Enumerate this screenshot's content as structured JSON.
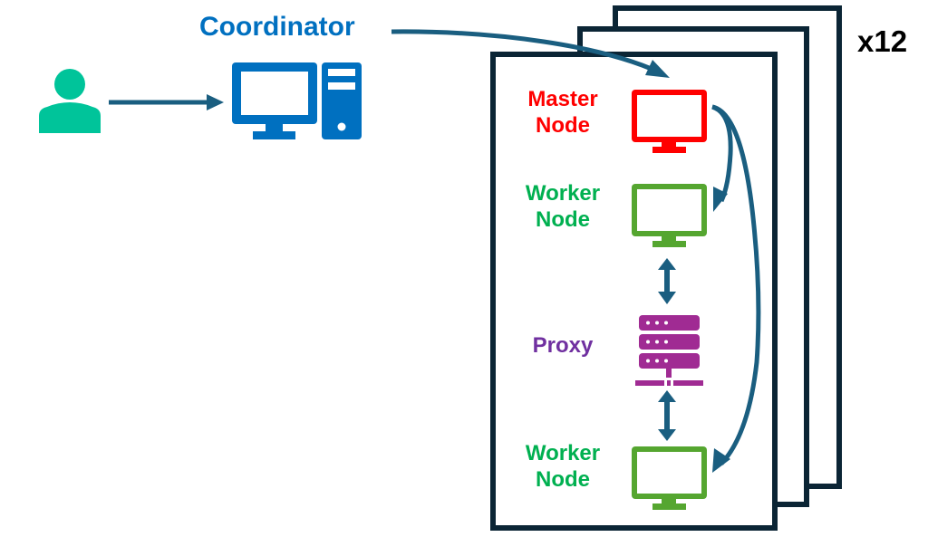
{
  "diagram": {
    "coordinator": {
      "label": "Coordinator",
      "color": "#0070c0"
    },
    "multiplier": {
      "label": "x12"
    },
    "user": {
      "icon": "user-icon",
      "color": "#00c49a"
    },
    "cluster": {
      "frame_color": "#0b2535",
      "master": {
        "label_line1": "Master",
        "label_line2": "Node",
        "color": "#ff0000",
        "icon": "monitor-icon"
      },
      "worker_top": {
        "label_line1": "Worker",
        "label_line2": "Node",
        "color": "#00b050",
        "icon_color": "#55a630",
        "icon": "monitor-icon"
      },
      "proxy": {
        "label": "Proxy",
        "color": "#7030a0",
        "icon_color": "#a02b93",
        "icon": "server-rack-icon"
      },
      "worker_bottom": {
        "label_line1": "Worker",
        "label_line2": "Node",
        "color": "#00b050",
        "icon_color": "#55a630",
        "icon": "monitor-icon"
      }
    },
    "edges": [
      {
        "from": "user",
        "to": "coordinator",
        "type": "arrow"
      },
      {
        "from": "coordinator",
        "to": "master",
        "type": "arrow"
      },
      {
        "from": "master",
        "to": "worker_top",
        "type": "arrow"
      },
      {
        "from": "master",
        "to": "worker_bottom",
        "type": "arrow"
      },
      {
        "from": "worker_top",
        "to": "proxy",
        "type": "bidirectional"
      },
      {
        "from": "proxy",
        "to": "worker_bottom",
        "type": "bidirectional"
      }
    ],
    "arrow_color": "#1a5e80"
  }
}
